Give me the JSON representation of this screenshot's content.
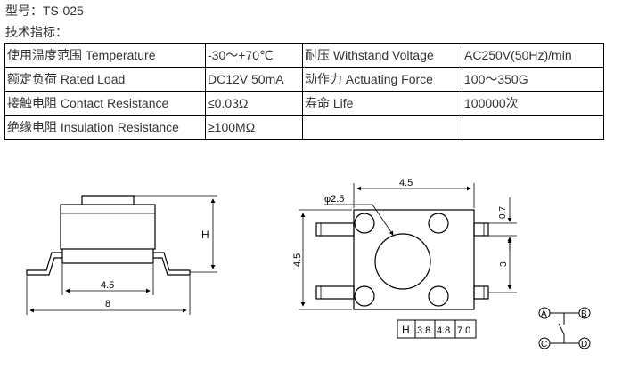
{
  "model": {
    "label": "型号：TS-025"
  },
  "specs": {
    "heading": "技术指标：",
    "rows": [
      [
        "使用温度范围 Temperature",
        "-30～+70℃",
        "耐压 Withstand Voltage",
        "AC250V(50Hz)/min"
      ],
      [
        "额定负荷 Rated Load",
        "DC12V 50mA",
        "动作力 Actuating Force",
        "100～350G"
      ],
      [
        "接触电阻 Contact Resistance",
        "≤0.03Ω",
        "寿命 Life",
        "100000次"
      ],
      [
        "绝缘电阻 Insulation Resistance",
        "≥100MΩ",
        "",
        ""
      ]
    ]
  },
  "side_view": {
    "dim_h": "H",
    "dim_inner": "4.5",
    "dim_total": "8"
  },
  "top_view": {
    "dim_width": "4.5",
    "dim_height": "4.5",
    "dim_diameter": "φ2.5",
    "dim_pin": "0.7",
    "dim_spacing": "3"
  },
  "height_table": {
    "label": "H",
    "values": [
      "3.8",
      "4.8",
      "7.0"
    ]
  },
  "circuit": {
    "a": "A",
    "b": "B",
    "c": "C",
    "d": "D"
  }
}
